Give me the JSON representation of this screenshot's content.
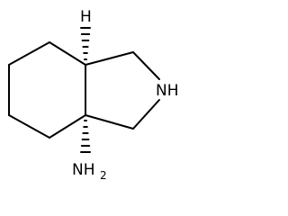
{
  "molecule": {
    "labels": {
      "stereo_h": "H",
      "ring_nh": "NH",
      "amine": "NH",
      "amine_subscript": "2"
    },
    "bond_color": "#000000",
    "background": "#ffffff"
  }
}
